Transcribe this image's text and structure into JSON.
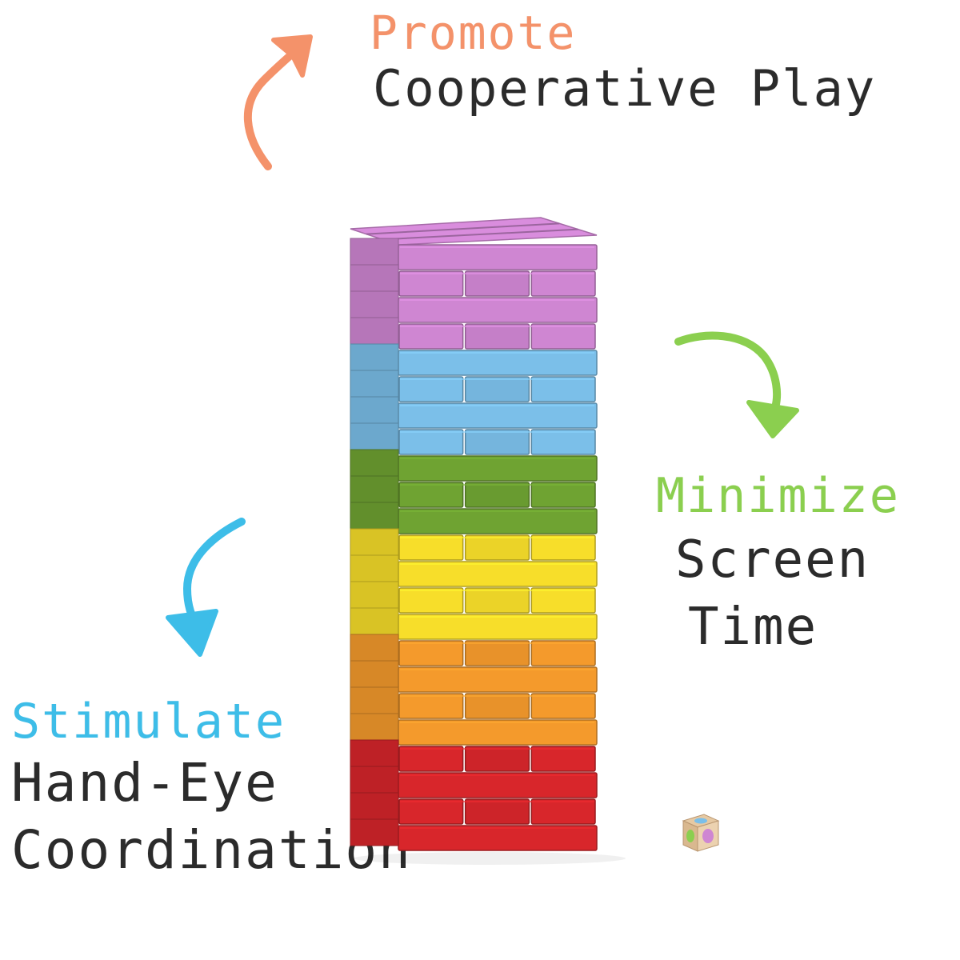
{
  "labels": {
    "promote": {
      "accent": "Promote",
      "main": "Cooperative Play"
    },
    "minimize": {
      "accent": "Minimize",
      "line1": "Screen",
      "line2": "Time"
    },
    "stimulate": {
      "accent": "Stimulate",
      "line1": "Hand-Eye",
      "line2": "Coordination"
    }
  },
  "colors": {
    "promote_accent": "#f4926a",
    "minimize_accent": "#8bcf4f",
    "stimulate_accent": "#3dbde8",
    "text_dark": "#2b2b2b",
    "purple": "#cf86d2",
    "blue": "#7bbfe9",
    "green": "#6fa332",
    "yellow": "#f7de2a",
    "orange": "#f49a2c",
    "red": "#d8262b"
  },
  "tower": {
    "layers_top_to_bottom": [
      "purple",
      "purple",
      "purple",
      "purple",
      "blue",
      "blue",
      "blue",
      "blue",
      "green",
      "green",
      "green",
      "yellow",
      "yellow",
      "yellow",
      "yellow",
      "orange",
      "orange",
      "orange",
      "orange",
      "red",
      "red",
      "red",
      "red"
    ]
  },
  "icons": {
    "promote_arrow": "curved-arrow-up-right-icon",
    "minimize_arrow": "curved-arrow-down-icon",
    "stimulate_arrow": "curved-arrow-down-left-icon",
    "dice": "color-dice-icon"
  }
}
